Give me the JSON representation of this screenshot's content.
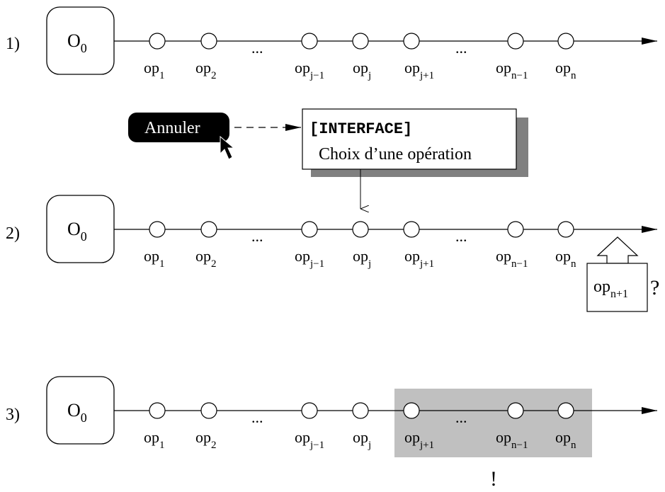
{
  "rows": [
    {
      "label": "1)",
      "origin": {
        "main": "O",
        "sub": "0"
      },
      "ops": [
        {
          "main": "op",
          "sub": "1"
        },
        {
          "main": "op",
          "sub": "2"
        },
        {
          "main": "op",
          "sub": "j−1"
        },
        {
          "main": "op",
          "sub": "j"
        },
        {
          "main": "op",
          "sub": "j+1"
        },
        {
          "main": "op",
          "sub": "n−1"
        },
        {
          "main": "op",
          "sub": "n"
        }
      ],
      "ellipses": [
        "...",
        "..."
      ]
    },
    {
      "label": "2)",
      "origin": {
        "main": "O",
        "sub": "0"
      },
      "ops": [
        {
          "main": "op",
          "sub": "1"
        },
        {
          "main": "op",
          "sub": "2"
        },
        {
          "main": "op",
          "sub": "j−1"
        },
        {
          "main": "op",
          "sub": "j"
        },
        {
          "main": "op",
          "sub": "j+1"
        },
        {
          "main": "op",
          "sub": "n−1"
        },
        {
          "main": "op",
          "sub": "n"
        }
      ],
      "ellipses": [
        "...",
        "..."
      ]
    },
    {
      "label": "3)",
      "origin": {
        "main": "O",
        "sub": "0"
      },
      "ops": [
        {
          "main": "op",
          "sub": "1"
        },
        {
          "main": "op",
          "sub": "2"
        },
        {
          "main": "op",
          "sub": "j−1"
        },
        {
          "main": "op",
          "sub": "j"
        },
        {
          "main": "op",
          "sub": "j+1"
        },
        {
          "main": "op",
          "sub": "n−1"
        },
        {
          "main": "op",
          "sub": "n"
        }
      ],
      "ellipses": [
        "...",
        "..."
      ]
    }
  ],
  "annuler_button": {
    "label": "Annuler"
  },
  "interface_box": {
    "title": "[INTERFACE]",
    "subtitle": "Choix d’une opération"
  },
  "new_op": {
    "main": "op",
    "sub": "n+1",
    "mark": "?"
  },
  "exclamation": "!",
  "colors": {
    "highlight": "#c0c0c0",
    "shadow": "#808080",
    "button": "#000000"
  }
}
